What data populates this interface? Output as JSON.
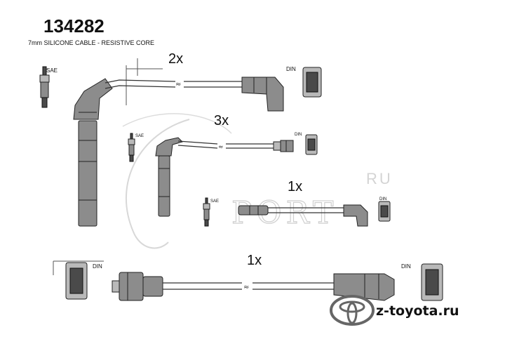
{
  "header": {
    "part_number": "134282",
    "subtitle": "7mm SILICONE CABLE - RESISTIVE CORE"
  },
  "leads": [
    {
      "quantity": "2x",
      "plug_end": "SAE",
      "coil_end": "DIN"
    },
    {
      "quantity": "3x",
      "plug_end": "SAE",
      "coil_end": "DIN"
    },
    {
      "quantity": "1x",
      "plug_end": "SAE",
      "coil_end": "DIN"
    },
    {
      "quantity": "1x",
      "left_end": "DIN",
      "right_end": "DIN"
    }
  ],
  "watermark": {
    "text": "PORT",
    "suffix": "RU"
  },
  "footer": {
    "site": "z-toyota.ru"
  }
}
